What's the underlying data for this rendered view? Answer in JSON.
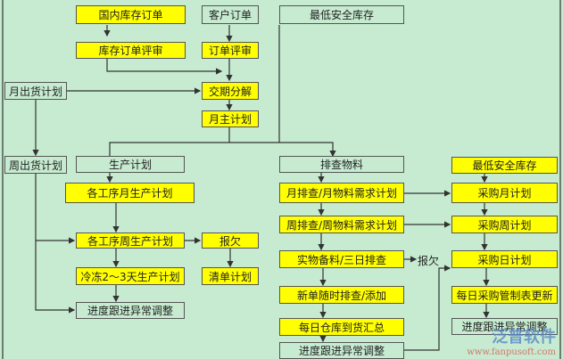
{
  "nodes": {
    "domestic_stock_order": "国内库存订单",
    "customer_order": "客户订单",
    "min_safety_stock_top": "最低安全库存",
    "stock_order_review": "库存订单评审",
    "order_review": "订单评审",
    "monthly_shipping_plan": "月出货计划",
    "delivery_breakdown": "交期分解",
    "monthly_master_plan": "月主计划",
    "weekly_shipping_plan": "周出货计划",
    "production_plan": "生产计划",
    "material_check": "排查物料",
    "min_safety_stock": "最低安全库存",
    "process_monthly_plan": "各工序月生产计划",
    "monthly_material_req": "月排查/月物料需求计划",
    "purchase_monthly": "采购月计划",
    "weekly_material_req": "周排查/周物料需求计划",
    "purchase_weekly": "采购周计划",
    "process_weekly_plan": "各工序周生产计划",
    "shortage_report": "报欠",
    "physical_prep": "实物备料/三日排查",
    "shortage_label": "报欠",
    "purchase_daily": "采购日计划",
    "freeze_plan": "冷冻2～3天生产计划",
    "list_plan": "清单计划",
    "new_order_check": "新单随时排查/添加",
    "daily_purchase_control": "每日采购管制表更新",
    "progress_left": "进度跟进异常调整",
    "daily_arrival_summary": "每日仓库到货汇总",
    "progress_mid": "进度跟进异常调整",
    "progress_right": "进度跟进异常调整"
  },
  "watermark": {
    "brand": "泛普软件",
    "url": "www.fanpusoft.com"
  }
}
